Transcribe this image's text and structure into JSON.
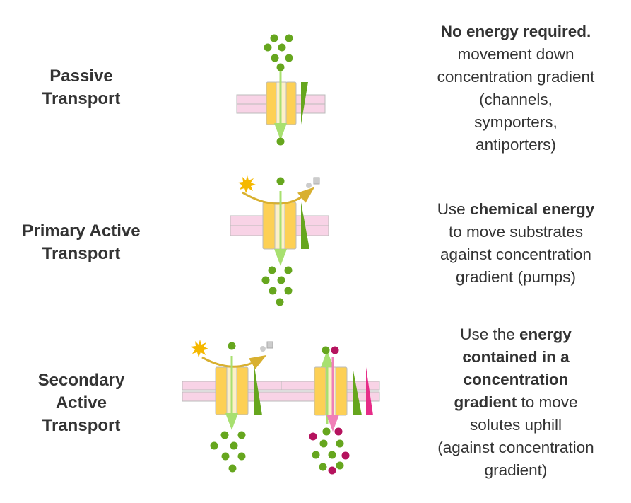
{
  "rows": [
    {
      "label": [
        "Passive",
        "Transport"
      ],
      "desc": [
        [
          {
            "t": "No energy required.",
            "b": true
          }
        ],
        [
          {
            "t": "movement down"
          }
        ],
        [
          {
            "t": "concentration gradient"
          }
        ],
        [
          {
            "t": "(channels,"
          }
        ],
        [
          {
            "t": "symporters,"
          }
        ],
        [
          {
            "t": "antiporters)"
          }
        ]
      ]
    },
    {
      "label": [
        "Primary Active",
        "Transport"
      ],
      "desc": [
        [
          {
            "t": "Use "
          },
          {
            "t": "chemical energy",
            "b": true
          }
        ],
        [
          {
            "t": "to move substrates"
          }
        ],
        [
          {
            "t": "against concentration"
          }
        ],
        [
          {
            "t": "gradient (pumps)"
          }
        ]
      ]
    },
    {
      "label": [
        "Secondary",
        "Active",
        "Transport"
      ],
      "desc": [
        [
          {
            "t": "Use the "
          },
          {
            "t": "energy",
            "b": true
          }
        ],
        [
          {
            "t": "contained in a",
            "b": true
          }
        ],
        [
          {
            "t": "concentration",
            "b": true
          }
        ],
        [
          {
            "t": "gradient",
            "b": true
          },
          {
            "t": " to  move"
          }
        ],
        [
          {
            "t": "solutes uphill"
          }
        ],
        [
          {
            "t": "(against concentration"
          }
        ],
        [
          {
            "t": "gradient)"
          }
        ]
      ]
    }
  ],
  "colors": {
    "green": "#66a61e",
    "magenta": "#b5135e",
    "membrane": "#f8d3e6",
    "protein": "#fdd055",
    "channel": "#fdf0c8",
    "arrow_green": "#a8e070",
    "arrow_pink": "#f080b8",
    "energy": "#f5b800"
  }
}
